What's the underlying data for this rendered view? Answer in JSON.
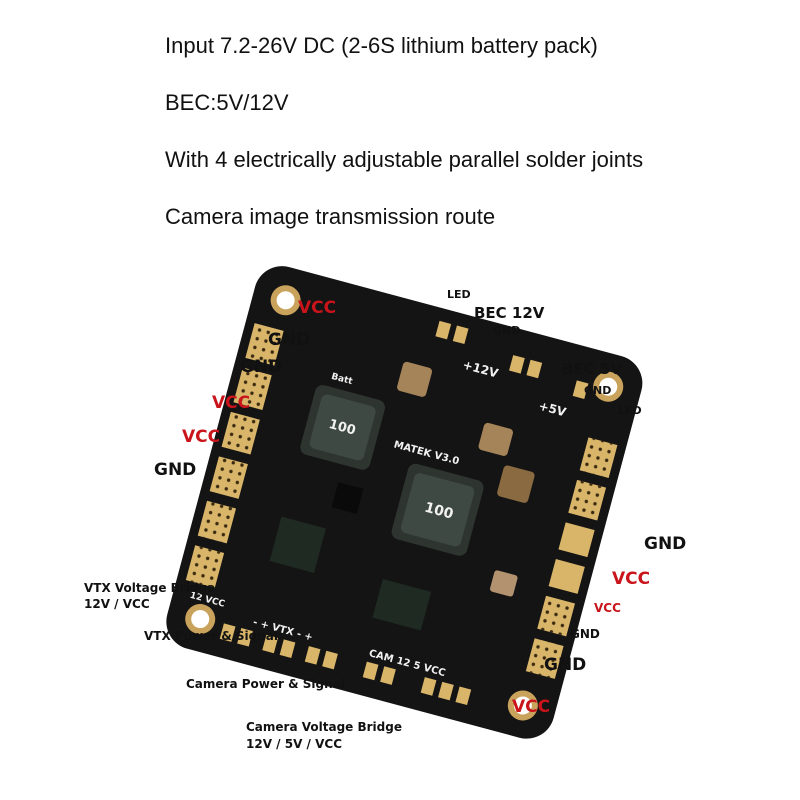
{
  "specs": [
    "Input 7.2-26V DC (2-6S lithium battery pack)",
    "BEC:5V/12V",
    "With 4 electrically adjustable parallel solder joints",
    "Camera image transmission route"
  ],
  "left_pads": {
    "vcc_1": "VCC",
    "gnd_1": "GND",
    "gnd_2": "GND",
    "vcc_2": "VCC",
    "vcc_3": "VCC",
    "gnd_3": "GND"
  },
  "right_pads": {
    "gnd_1": "GND",
    "vcc_1": "VCC",
    "vcc_2": "VCC",
    "gnd_2": "GND",
    "gnd_3": "GND",
    "vcc_3": "VCC"
  },
  "top_labels": {
    "led_1": "LED",
    "bec12": "BEC 12V",
    "gnd12": "GND",
    "bec5": "BEC 5V",
    "gnd5": "GND",
    "led_2": "LED"
  },
  "bottom_labels": {
    "vtx_bridge_line1": "VTX Voltage Bridge",
    "vtx_bridge_line2": "12V / VCC",
    "vtx_power": "VTX Power & Signal",
    "camera_power": "Camera Power & Signal",
    "camera_bridge_line1": "Camera Voltage Bridge",
    "camera_bridge_line2": "12V / 5V / VCC"
  },
  "silkscreen": {
    "plus12v": "+12V",
    "plus5v": "+5V",
    "batt": "Batt",
    "inductor": "100",
    "board_name": "MATEK V3.0",
    "vtx": "- + VTX - +",
    "cam": "CAM 12 5 VCC",
    "vcc12": "12 VCC"
  },
  "colors": {
    "board": "#141414",
    "pad": "#d9b56a",
    "label_red": "#c8141a",
    "label_black": "#111111"
  }
}
